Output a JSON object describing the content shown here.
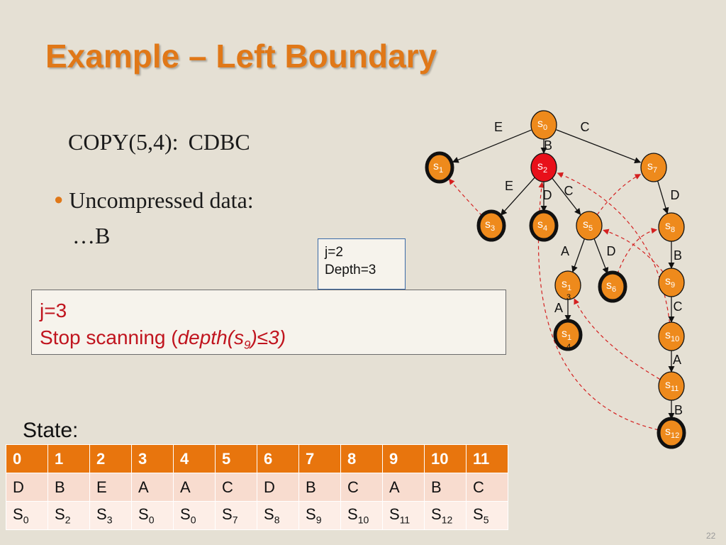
{
  "title": "Example – Left Boundary",
  "copy_label": "COPY(5,4):",
  "copy_value": "CDBC",
  "bullet": {
    "line1": "Uncompressed data:",
    "line2": "…B"
  },
  "small_box": {
    "line1": "j=2",
    "line2": "Depth=3"
  },
  "red_box": {
    "line1": "j=3",
    "line2_prefix": "Stop scanning (",
    "line2_fn": "depth(s",
    "line2_sub": "9",
    "line2_suffix": ")≤3)"
  },
  "state_label": "State:",
  "table": {
    "headers": [
      "0",
      "1",
      "2",
      "3",
      "4",
      "5",
      "6",
      "7",
      "8",
      "9",
      "10",
      "11"
    ],
    "row1": [
      "D",
      "B",
      "E",
      "A",
      "A",
      "C",
      "D",
      "B",
      "C",
      "A",
      "B",
      "C"
    ],
    "row1_red": [
      5,
      6,
      7,
      8
    ],
    "row2": [
      {
        "base": "S",
        "sub": "0"
      },
      {
        "base": "S",
        "sub": "2"
      },
      {
        "base": "S",
        "sub": "3"
      },
      {
        "base": "S",
        "sub": "0"
      },
      {
        "base": "S",
        "sub": "0"
      },
      {
        "base": "S",
        "sub": "7"
      },
      {
        "base": "S",
        "sub": "8"
      },
      {
        "base": "S",
        "sub": "9"
      },
      {
        "base": "S",
        "sub": "10"
      },
      {
        "base": "S",
        "sub": "11"
      },
      {
        "base": "S",
        "sub": "12"
      },
      {
        "base": "S",
        "sub": "5"
      }
    ]
  },
  "page_number": "22",
  "colors": {
    "title": "#e07818",
    "node_fill": "#ee8a1c",
    "node_highlight": "#e8101a",
    "dashed_link": "#d42020",
    "table_header": "#e8750d"
  },
  "tree": {
    "nodes": [
      {
        "id": "s0",
        "base": "s",
        "sub": "0",
        "style": "normal"
      },
      {
        "id": "s1",
        "base": "s",
        "sub": "1",
        "style": "bold"
      },
      {
        "id": "s2",
        "base": "s",
        "sub": "2",
        "style": "highlight"
      },
      {
        "id": "s7",
        "base": "s",
        "sub": "7",
        "style": "normal"
      },
      {
        "id": "s3",
        "base": "s",
        "sub": "3",
        "style": "bold"
      },
      {
        "id": "s4",
        "base": "s",
        "sub": "4",
        "style": "bold"
      },
      {
        "id": "s5",
        "base": "s",
        "sub": "5",
        "style": "normal"
      },
      {
        "id": "s8",
        "base": "s",
        "sub": "8",
        "style": "normal"
      },
      {
        "id": "s13",
        "base": "s",
        "sub": "1\n3",
        "style": "normal"
      },
      {
        "id": "s6",
        "base": "s",
        "sub": "6",
        "style": "bold"
      },
      {
        "id": "s9",
        "base": "s",
        "sub": "9",
        "style": "normal"
      },
      {
        "id": "s14",
        "base": "s",
        "sub": "1\n4",
        "style": "bold"
      },
      {
        "id": "s10",
        "base": "s",
        "sub": "10",
        "style": "normal"
      },
      {
        "id": "s11",
        "base": "s",
        "sub": "11",
        "style": "normal"
      },
      {
        "id": "s12",
        "base": "s",
        "sub": "12",
        "style": "bold"
      }
    ],
    "edges": [
      {
        "from": "s0",
        "to": "s1",
        "label": "E"
      },
      {
        "from": "s0",
        "to": "s2",
        "label": "B"
      },
      {
        "from": "s0",
        "to": "s7",
        "label": "C"
      },
      {
        "from": "s2",
        "to": "s3",
        "label": "E"
      },
      {
        "from": "s2",
        "to": "s4",
        "label": "D"
      },
      {
        "from": "s2",
        "to": "s5",
        "label": "C"
      },
      {
        "from": "s7",
        "to": "s8",
        "label": "D"
      },
      {
        "from": "s5",
        "to": "s13",
        "label": "A"
      },
      {
        "from": "s5",
        "to": "s6",
        "label": "D"
      },
      {
        "from": "s8",
        "to": "s9",
        "label": "B"
      },
      {
        "from": "s13",
        "to": "s14",
        "label": "A"
      },
      {
        "from": "s9",
        "to": "s10",
        "label": "C"
      },
      {
        "from": "s10",
        "to": "s11",
        "label": "A"
      },
      {
        "from": "s11",
        "to": "s12",
        "label": "B"
      }
    ],
    "suffix_links": [
      {
        "from": "s3",
        "to": "s1"
      },
      {
        "from": "s5",
        "to": "s7"
      },
      {
        "from": "s6",
        "to": "s8"
      },
      {
        "from": "s9",
        "to": "s5"
      },
      {
        "from": "s10",
        "to": "s2"
      },
      {
        "from": "s11",
        "to": "s13"
      },
      {
        "from": "s12",
        "to": "s2"
      }
    ]
  }
}
